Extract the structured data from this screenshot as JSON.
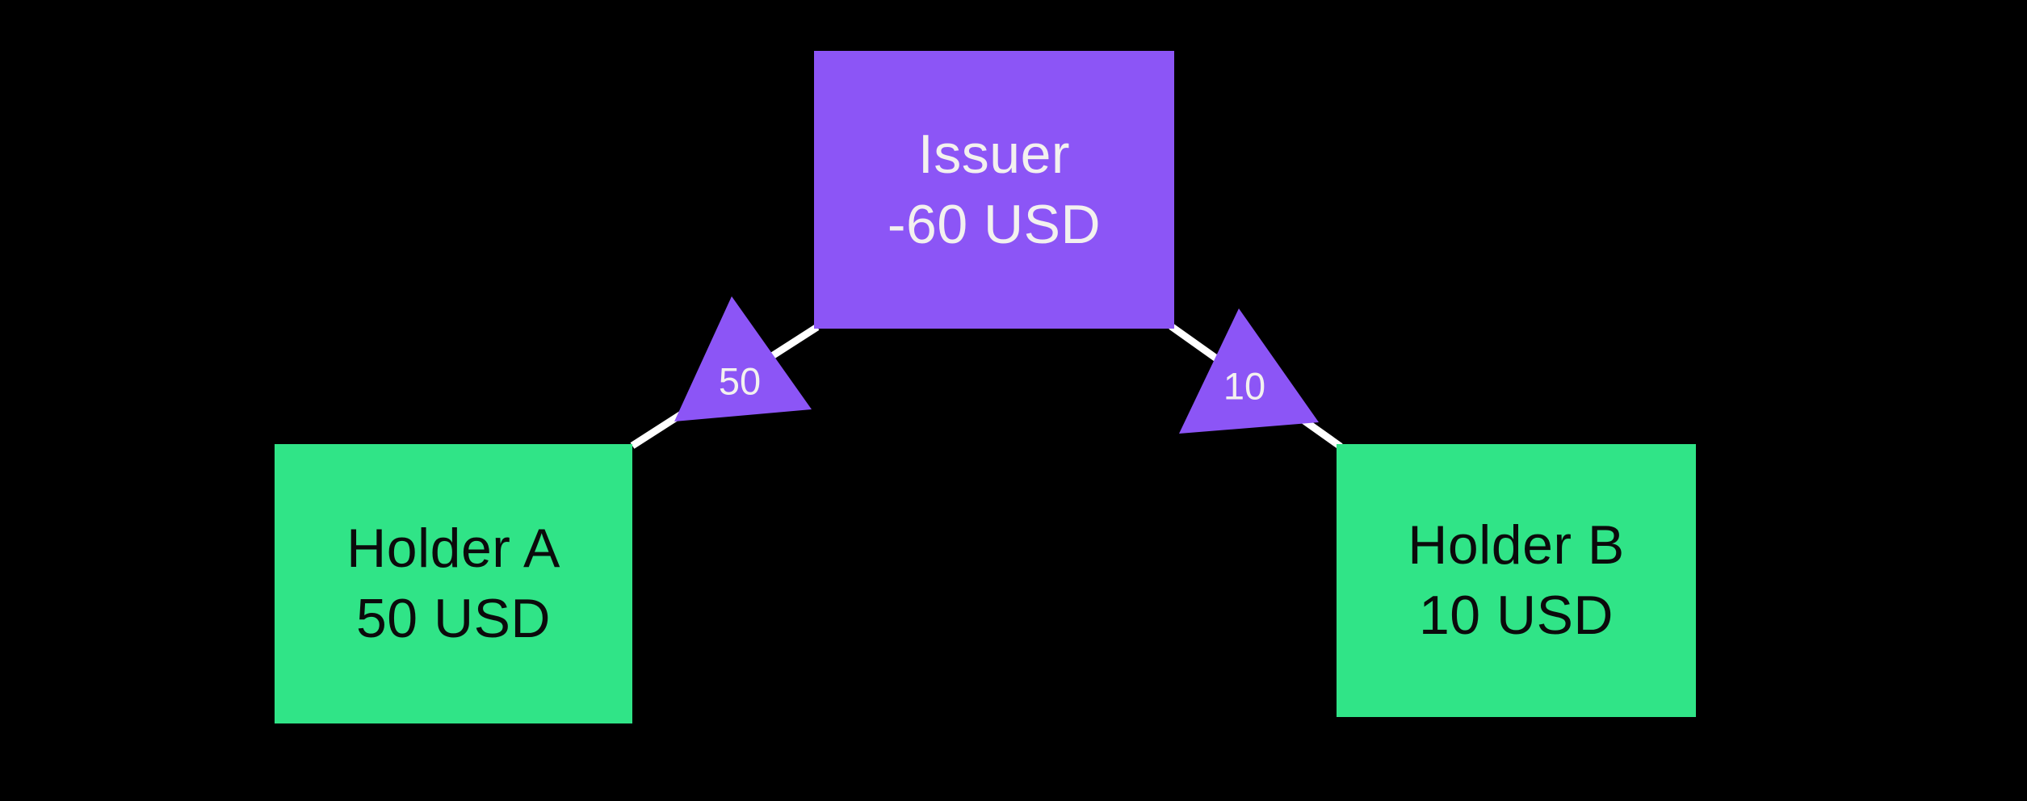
{
  "diagram": {
    "title": "token-balances-diagram",
    "nodes": {
      "issuer": {
        "name": "Issuer",
        "balance": "-60 USD"
      },
      "holder_a": {
        "name": "Holder A",
        "balance": "50 USD"
      },
      "holder_b": {
        "name": "Holder B",
        "balance": "10 USD"
      }
    },
    "edges": {
      "holder_a_to_issuer": {
        "amount": "50"
      },
      "issuer_to_holder_b": {
        "amount": "10"
      }
    },
    "colors": {
      "background": "#000000",
      "issuer_fill": "#8c55f6",
      "holder_fill": "#30e487",
      "arrow_fill": "#8c55f6",
      "line": "#ffffff",
      "issuer_text": "#f3f1ef",
      "holder_text": "#0b0a0b",
      "edge_label_text": "#f3f1ef"
    }
  }
}
